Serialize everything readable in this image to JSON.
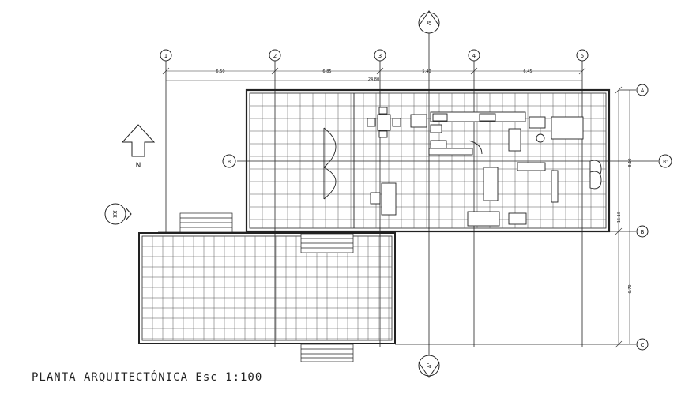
{
  "title": "PLANTA ARQUITECTÓNICA Esc 1:100",
  "axes_top": [
    "1",
    "2",
    "3",
    "4",
    "5"
  ],
  "axes_right": [
    "A",
    "B",
    "C"
  ],
  "dims_top": [
    "6.50",
    "6.85",
    "5.40",
    "6.45"
  ],
  "dim_total": "24.80",
  "dims_right": [
    "8.10",
    "15.18",
    "6.70"
  ],
  "section_marks": {
    "top": "A'",
    "bottom": "A'",
    "left": "B",
    "right": "B'",
    "side": "XX"
  },
  "north_label": "N",
  "colors": {
    "line": "#222222",
    "grid": "#555555"
  }
}
